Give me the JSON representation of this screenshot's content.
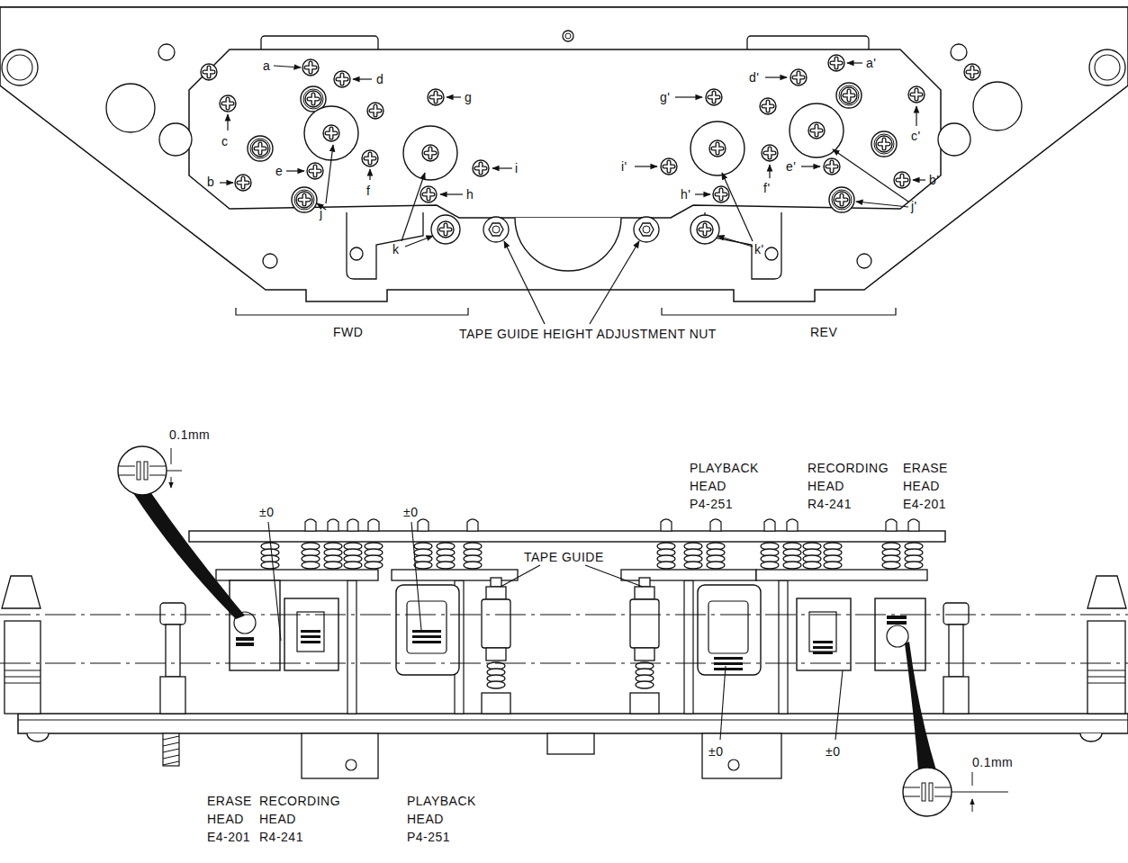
{
  "diagram": {
    "labels": [
      "a",
      "d",
      "c",
      "g",
      "b",
      "e",
      "f",
      "i",
      "h",
      "j",
      "k",
      "g'",
      "d'",
      "a'",
      "c'",
      "i'",
      "f'",
      "e'",
      "b'",
      "h'",
      "j'",
      "k'",
      "FWD",
      "TAPE GUIDE HEIGHT ADJUSTMENT NUT",
      "REV",
      "0.1mm",
      "±0",
      "±0",
      "TAPE GUIDE",
      "PLAYBACK HEAD P4-251",
      "RECORDING HEAD R4-241",
      "ERASE HEAD E4-201",
      "±0",
      "±0",
      "0.1mm",
      "ERASE HEAD E4-201",
      "RECORDING HEAD R4-241",
      "PLAYBACK HEAD P4-251"
    ]
  }
}
